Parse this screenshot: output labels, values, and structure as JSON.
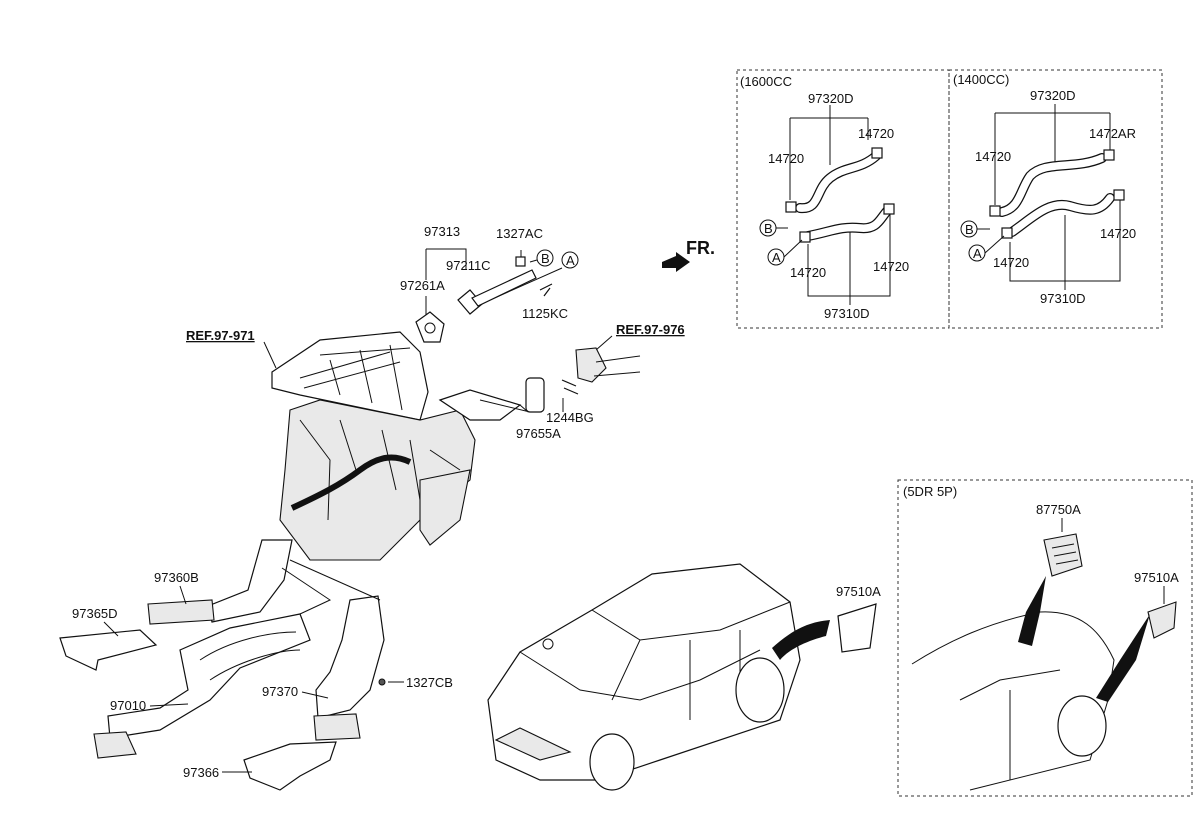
{
  "labels": {
    "p97313": "97313",
    "p1327AC": "1327AC",
    "p97211C": "97211C",
    "p97261A": "97261A",
    "p1125KC": "1125KC",
    "ref97971": "REF.97-971",
    "ref97976": "REF.97-976",
    "p1244BG": "1244BG",
    "p97655A": "97655A",
    "p97360B": "97360B",
    "p97365D": "97365D",
    "p97010": "97010",
    "p97370": "97370",
    "p1327CB": "1327CB",
    "p97366": "97366",
    "p97510A_main": "97510A",
    "fr": "FR."
  },
  "callouts": {
    "a": "A",
    "b": "B"
  },
  "inset_1600": {
    "title": "(1600CC",
    "hose_upper": "97320D",
    "clamp_left_upper": "14720",
    "clamp_right_upper": "14720",
    "clamp_left_lower": "14720",
    "clamp_right_lower": "14720",
    "hose_lower": "97310D"
  },
  "inset_1400": {
    "title": "(1400CC)",
    "hose_upper": "97320D",
    "clamp_left_upper": "14720",
    "clamp_right_upper": "1472AR",
    "clamp_left_lower": "14720",
    "clamp_right_lower": "14720",
    "hose_lower": "97310D"
  },
  "inset_5dr": {
    "title": "(5DR 5P)",
    "part_top": "87750A",
    "part_right": "97510A"
  }
}
